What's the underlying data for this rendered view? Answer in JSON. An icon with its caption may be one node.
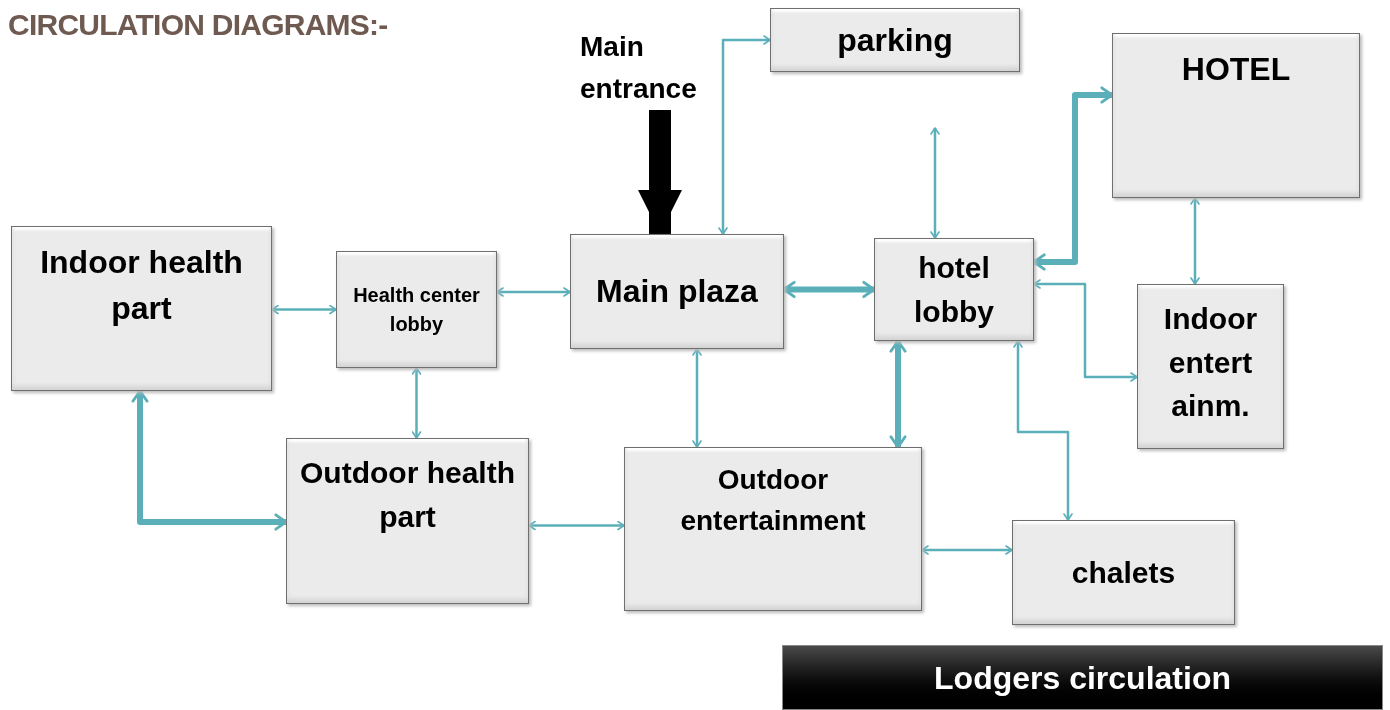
{
  "diagram": {
    "title": "CIRCULATION DIAGRAMS:-",
    "nodes": [
      {
        "text": [
          "Main entrance"
        ]
      },
      {
        "text": [
          "parking"
        ]
      },
      {
        "text": [
          "HOTEL"
        ]
      },
      {
        "text": [
          "Indoor health part"
        ]
      },
      {
        "text": [
          "Health center lobby"
        ]
      },
      {
        "text": [
          "Main plaza"
        ]
      },
      {
        "text": [
          "hotel lobby"
        ]
      },
      {
        "text": [
          "Indoor entert ainm."
        ]
      },
      {
        "text": [
          "Outdoor health part"
        ]
      },
      {
        "text": [
          "Outdoor entertainment"
        ]
      },
      {
        "text": [
          "chalets"
        ]
      },
      {
        "text": [
          "Lodgers circulation"
        ]
      }
    ],
    "edges": [
      {
        "from": 0,
        "to": 5,
        "arrow": "to",
        "style": "thick",
        "color": "#000000"
      },
      {
        "from": 5,
        "to": 1,
        "arrow": "both"
      },
      {
        "from": null,
        "to": 6,
        "arrow": "both"
      },
      {
        "from": 6,
        "to": 2,
        "arrow": "both",
        "style": "thick"
      },
      {
        "from": 2,
        "to": 7,
        "arrow": "both"
      },
      {
        "from": 6,
        "to": 7,
        "arrow": "both"
      },
      {
        "from": 5,
        "to": 6,
        "arrow": "both",
        "style": "thick"
      },
      {
        "from": 4,
        "to": 5,
        "arrow": "both"
      },
      {
        "from": 3,
        "to": 4,
        "arrow": "both"
      },
      {
        "from": 4,
        "to": 8,
        "arrow": "both"
      },
      {
        "from": 3,
        "to": 8,
        "arrow": "both",
        "style": "thick"
      },
      {
        "from": 8,
        "to": 9,
        "arrow": "both"
      },
      {
        "from": 5,
        "to": 9,
        "arrow": "both"
      },
      {
        "from": 6,
        "to": 9,
        "arrow": "both",
        "style": "thick"
      },
      {
        "from": 6,
        "to": 10,
        "arrow": "both"
      },
      {
        "from": 9,
        "to": 10,
        "arrow": "both"
      }
    ]
  }
}
